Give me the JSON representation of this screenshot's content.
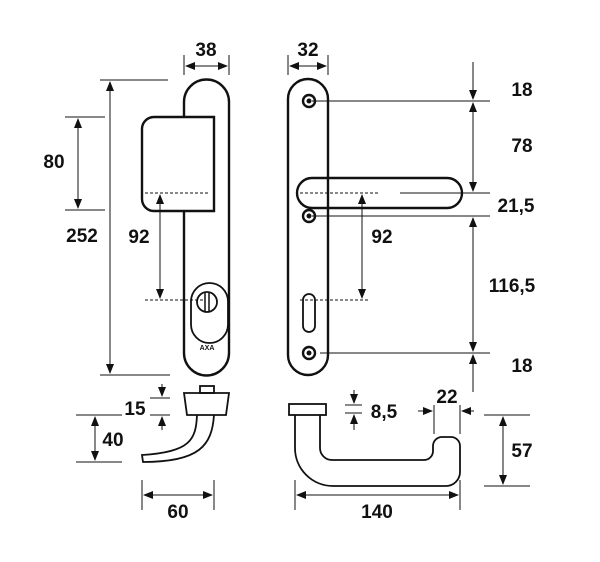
{
  "brand": "AXA",
  "colors": {
    "line": "#111111",
    "background": "#ffffff"
  },
  "dimensions": {
    "plate_width_left": "38",
    "plate_width_right": "32",
    "plate_length": "252",
    "knob_block_height": "80",
    "center_distance_left": "92",
    "center_distance_right": "92",
    "top_screw": "18",
    "screw_to_handle": "78",
    "handle_to_screw": "21,5",
    "screw_to_screw": "116,5",
    "bottom_screw": "18",
    "rose_height": "15",
    "knob_drop": "40",
    "knob_projection": "60",
    "rose_thickness": "8,5",
    "handle_end": "22",
    "handle_drop": "57",
    "handle_length": "140"
  }
}
